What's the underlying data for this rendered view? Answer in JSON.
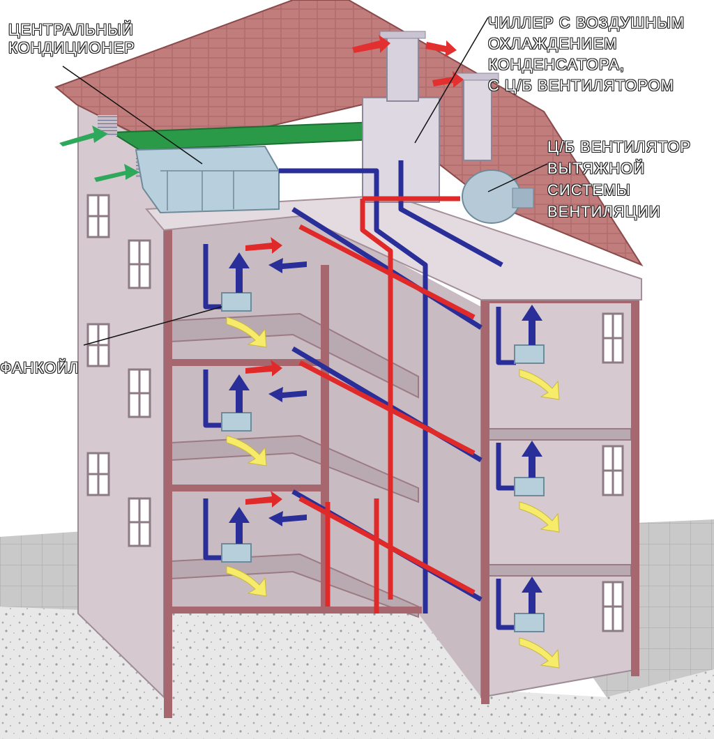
{
  "labels": {
    "central_ac": [
      "ЦЕНТРАЛЬНЫЙ",
      "КОНДИЦИОНЕР"
    ],
    "chiller": [
      "ЧИЛЛЕР С ВОЗДУШНЫМ",
      "ОХЛАЖДЕНИЕМ",
      "КОНДЕНСАТОРА,",
      "С Ц/Б ВЕНТИЛЯТОРОМ"
    ],
    "exhaust_fan": [
      "Ц/Б ВЕНТИЛЯТОР",
      "ВЫТЯЖНОЙ",
      "СИСТЕМЫ",
      "ВЕНТИЛЯЦИИ"
    ],
    "fancoil": "ФАНКОЙЛ"
  },
  "colors": {
    "wall": "#d9ccd2",
    "wall_dark": "#b7a5ae",
    "wall_section": "#a86a72",
    "roof": "#c27e7e",
    "floor": "#bfb1b6",
    "ground": "#e6e6e6",
    "pipe_supply": "#e02a2a",
    "pipe_return": "#2a2e99",
    "duct": "#2b9a48",
    "unit": "#b9cfdb",
    "air_in": "#f6ec6a"
  }
}
